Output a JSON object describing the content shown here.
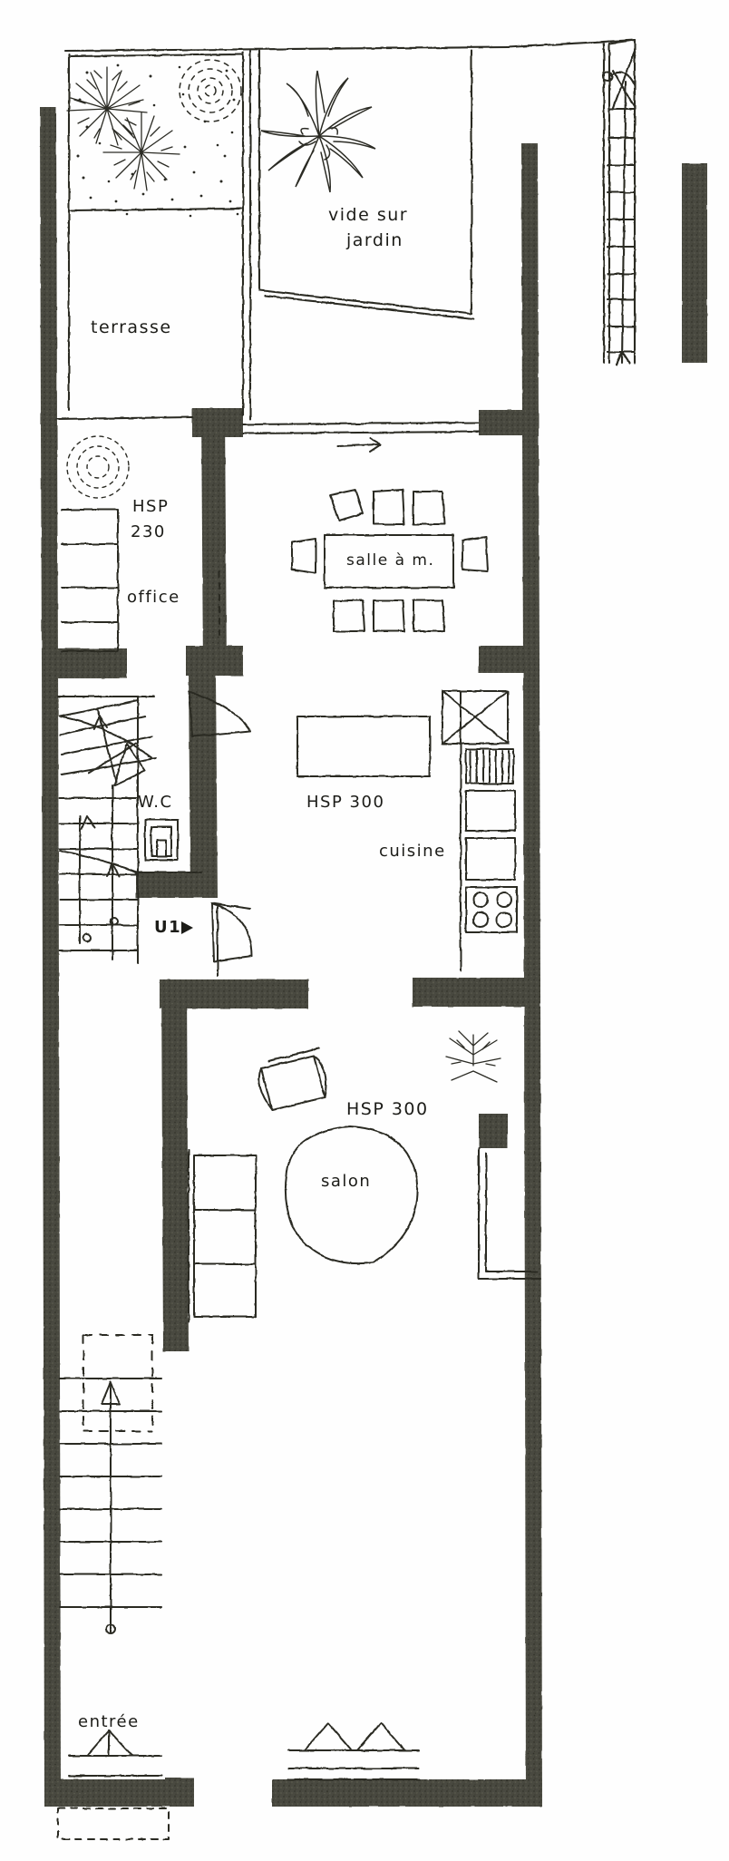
{
  "drawing": {
    "type": "architectural-floor-plan",
    "style": "hand-drawn pen sketch",
    "language": "French",
    "level_marker": "U1",
    "paper_color": "#fefefe",
    "ink_color": "#1c1c18",
    "wall_fill": "#4a4a40"
  },
  "labels": {
    "terrasse": "terrasse",
    "vide_sur_jardin_line1": "vide sur",
    "vide_sur_jardin_line2": "jardin",
    "hsp_office_line1": "HSP",
    "hsp_office_line2": "230",
    "office": "office",
    "salle_a_manger": "salle à m.",
    "wc": "W.C",
    "hsp_dining": "HSP 300",
    "cuisine": "cuisine",
    "unit_marker": "U1",
    "hsp_salon": "HSP 300",
    "salon": "salon",
    "entree": "entrée"
  },
  "rooms": [
    {
      "name": "terrasse",
      "label": "terrasse",
      "annotation": ""
    },
    {
      "name": "vide-sur-jardin",
      "label": "vide sur jardin",
      "annotation": ""
    },
    {
      "name": "office",
      "label": "office",
      "annotation": "HSP 230"
    },
    {
      "name": "salle-a-manger",
      "label": "salle à m.",
      "annotation": "HSP 300"
    },
    {
      "name": "wc",
      "label": "W.C",
      "annotation": ""
    },
    {
      "name": "cuisine",
      "label": "cuisine",
      "annotation": "HSP 300"
    },
    {
      "name": "salon",
      "label": "salon",
      "annotation": "HSP 300"
    },
    {
      "name": "entree",
      "label": "entrée",
      "annotation": ""
    }
  ],
  "annotations": {
    "ceiling_heights": [
      "HSP 230",
      "HSP 300",
      "HSP 300"
    ],
    "unit": "U1"
  },
  "furniture": {
    "dining_table": "salle à m.",
    "dining_chairs_count": 8,
    "salon_round_table": "salon",
    "armchair_count": 1,
    "sofa_cushions": 3,
    "kitchen_sink_basins": 2,
    "stove_burners": 4,
    "toilet": "wc-fixture"
  },
  "circulation": {
    "spiral_stair": "escalier",
    "straight_stair_entry": "escalier entrée",
    "exterior_stair": "escalier extérieur",
    "direction_arrow": "→"
  },
  "icons": {
    "tree": "tree-icon",
    "shrub": "shrub-icon",
    "palm": "palm-icon",
    "potted_plant": "potted-plant-icon",
    "arrow_right": "arrow-right-icon",
    "arrow_up": "arrow-up-icon",
    "arrow_down": "arrow-down-icon",
    "door_swing": "door-swing-icon"
  }
}
